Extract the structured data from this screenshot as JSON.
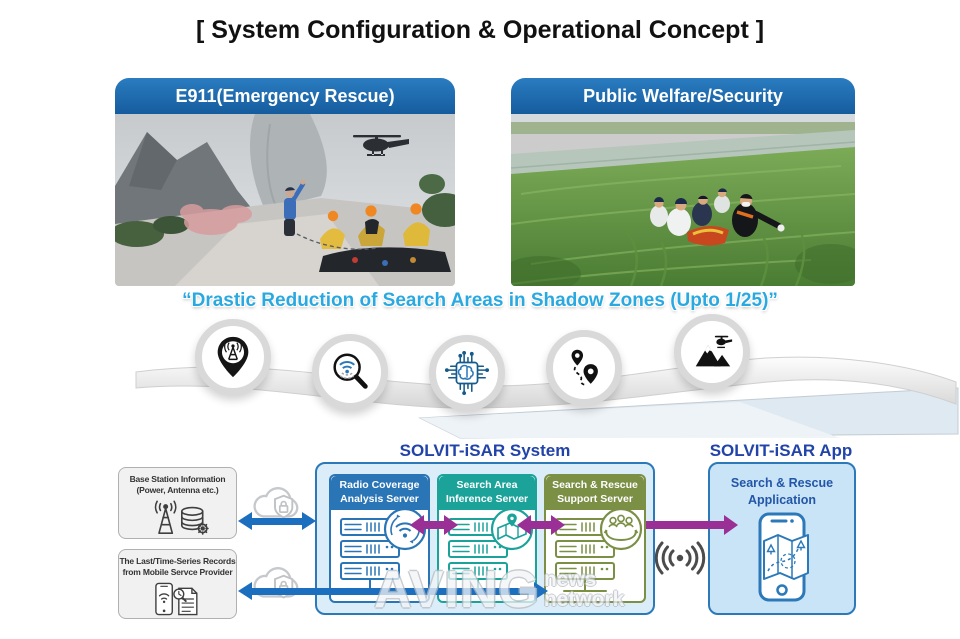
{
  "title": "[ System Configuration & Operational Concept ]",
  "photos": [
    {
      "header": "E911(Emergency Rescue)"
    },
    {
      "header": "Public Welfare/Security"
    }
  ],
  "quote": "“Drastic Reduction of Search Areas in Shadow Zones (Upto 1/25)”",
  "process_icons": [
    "cell-tower-location-icon",
    "signal-search-icon",
    "ai-chip-icon",
    "route-tracking-icon",
    "mountain-rescue-icon"
  ],
  "system": {
    "title": "SOLVIT-iSAR System",
    "servers": [
      {
        "line1": "Radio Coverage",
        "line2": "Analysis Server",
        "color": "#2a75b6"
      },
      {
        "line1": "Search Area",
        "line2": "Inference Server",
        "color": "#1ba39a"
      },
      {
        "line1": "Search & Rescue",
        "line2": "Support Server",
        "color": "#7b8f45"
      }
    ]
  },
  "app": {
    "title": "SOLVIT-iSAR App",
    "line1": "Search & Rescue",
    "line2": "Application"
  },
  "inputs": [
    {
      "line1": "Base Station Information",
      "line2": "(Power, Antenna etc.)"
    },
    {
      "line1": "The Last/Time-Series Records",
      "line2": "from Mobile Servce Provider"
    }
  ],
  "watermark": {
    "big": "AVING",
    "small1": "news",
    "small2": "network"
  },
  "colors": {
    "arrow_blue": "#1c6ebf",
    "purple": "#9a2f96",
    "quote_blue": "#2aa9e0",
    "banner_blue": "#1a69b0",
    "system_blue": "#2a75b6",
    "teal": "#1ba39a",
    "olive": "#7b8f45",
    "deep_blue": "#2244a8"
  }
}
